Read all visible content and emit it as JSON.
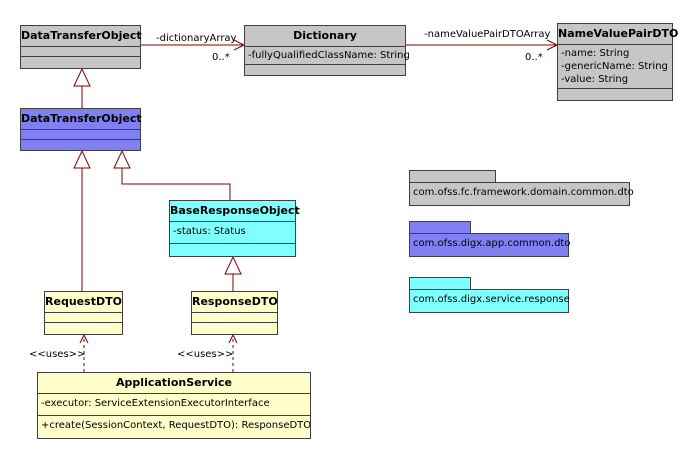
{
  "classes": {
    "dto_gray": {
      "name": "DataTransferObject"
    },
    "dictionary": {
      "name": "Dictionary",
      "attributes": [
        "-fullyQualifiedClassName: String"
      ]
    },
    "nvp": {
      "name": "NameValuePairDTO",
      "attributes": [
        "-name: String",
        "-genericName: String",
        "-value: String"
      ]
    },
    "dto_purple": {
      "name": "DataTransferObject"
    },
    "base_response": {
      "name": "BaseResponseObject",
      "attributes": [
        "-status: Status"
      ]
    },
    "request_dto": {
      "name": "RequestDTO"
    },
    "response_dto": {
      "name": "ResponseDTO"
    },
    "app_service": {
      "name": "ApplicationService",
      "attributes": [
        "-executor: ServiceExtensionExecutorInterface"
      ],
      "operations": [
        "+create(SessionContext, RequestDTO): ResponseDTO"
      ]
    }
  },
  "associations": {
    "dict_role": "-dictionaryArray",
    "dict_mult": "0..*",
    "nvp_role": "-nameValuePairDTOArray",
    "nvp_mult": "0..*"
  },
  "dependencies": {
    "uses_request": "<<uses>>",
    "uses_response": "<<uses>>"
  },
  "legend": [
    {
      "label": "com.ofss.fc.framework.domain.common.dto",
      "color": "#c6c6c6"
    },
    {
      "label": "com.ofss.digx.app.common.dto",
      "color": "#8080f2"
    },
    {
      "label": "com.ofss.digx.service.response",
      "color": "#80ffff"
    }
  ]
}
